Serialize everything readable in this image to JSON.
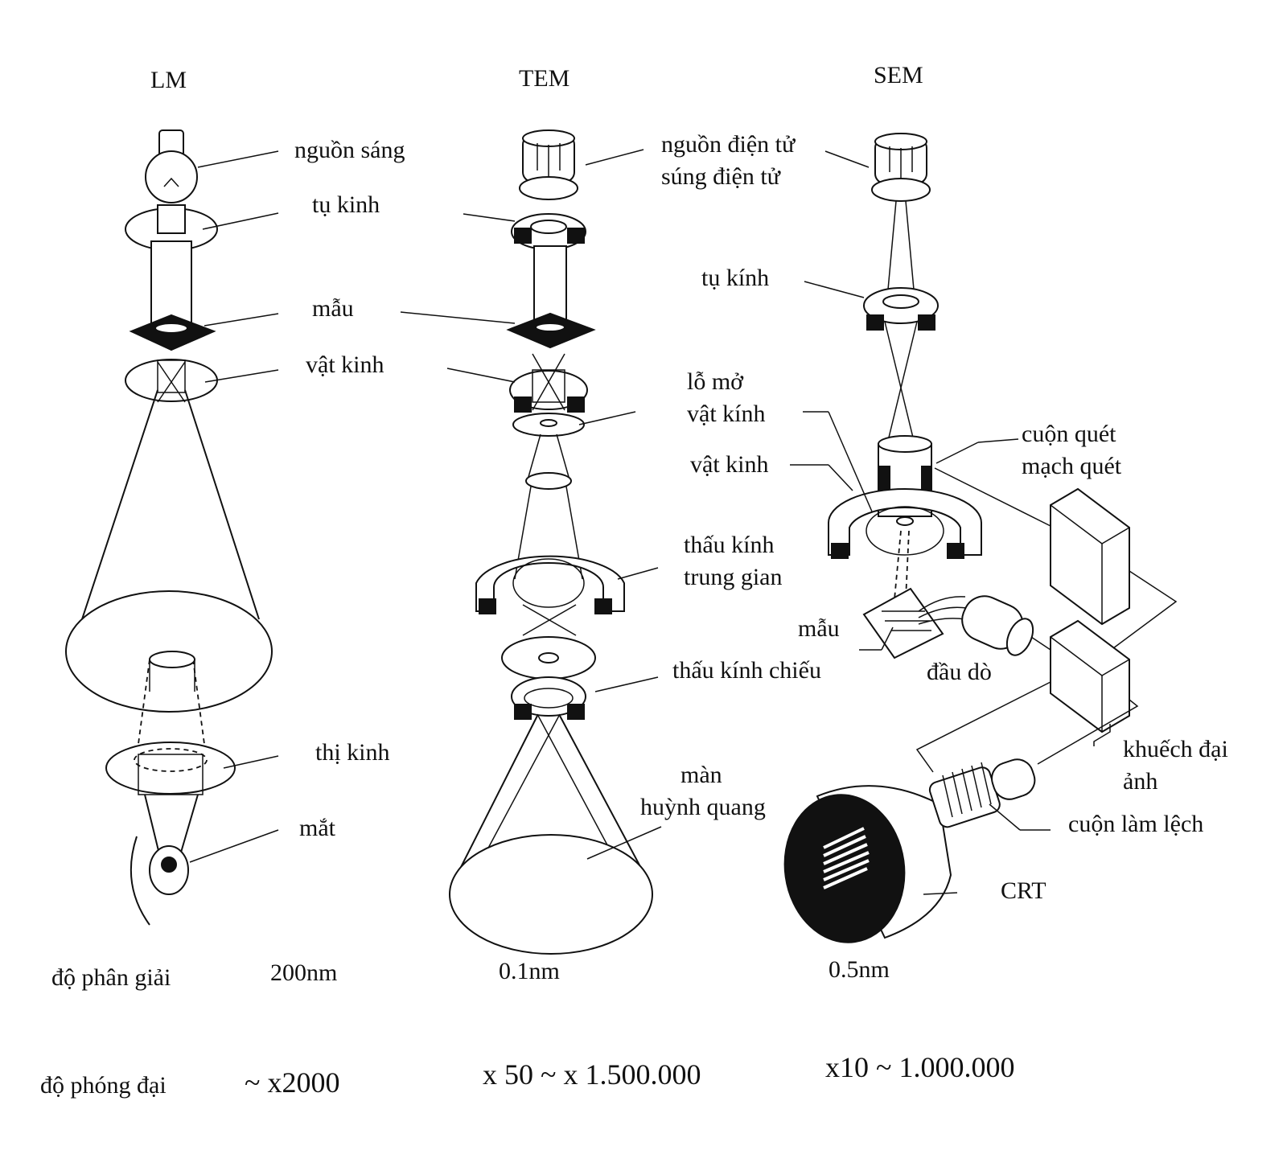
{
  "columns": {
    "lm": "LM",
    "tem": "TEM",
    "sem": "SEM"
  },
  "lm": {
    "light_source": "nguồn sáng",
    "condenser": "tụ kinh",
    "specimen": "mẫu",
    "objective": "vật kinh",
    "eyepiece": "thị kinh",
    "eye": "mắt"
  },
  "tem": {
    "electron_source_1": "nguồn điện tử",
    "electron_source_2": "súng điện tử",
    "objective_aperture_1": "lỗ mở",
    "objective_aperture_2": "vật kính",
    "intermediate_lens_1": "thấu kính",
    "intermediate_lens_2": "trung gian",
    "projector_lens": "thấu kính chiếu",
    "screen_1": "màn",
    "screen_2": "huỳnh quang"
  },
  "sem": {
    "condenser": "tụ kính",
    "objective": "vật kinh",
    "scan_coil_1": "cuộn quét",
    "scan_coil_2": "mạch quét",
    "specimen": "mẫu",
    "detector": "đầu dò",
    "amplifier_1": "khuếch đại",
    "amplifier_2": "ảnh",
    "deflection_coil": "cuộn làm lệch",
    "crt": "CRT"
  },
  "metrics": {
    "resolution_label": "độ phân giải",
    "lm_resolution": "200nm",
    "tem_resolution": "0.1nm",
    "sem_resolution": "0.5nm",
    "magnification_label": "độ phóng đại",
    "lm_magnification": "~ x2000",
    "tem_magnification": "x 50 ~ x 1.500.000",
    "sem_magnification": "x10 ~ 1.000.000"
  }
}
